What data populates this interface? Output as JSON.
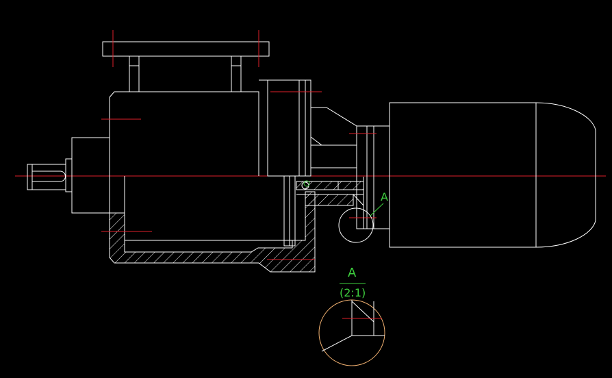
{
  "drawing": {
    "section_marker": "A",
    "detail_label": "A",
    "detail_scale": "(2:1)"
  },
  "colors": {
    "background": "#000000",
    "outline": "#ffffff",
    "centerline": "#e0202a",
    "annotation": "#3ecf3e",
    "detail_circle": "#f0b070"
  }
}
